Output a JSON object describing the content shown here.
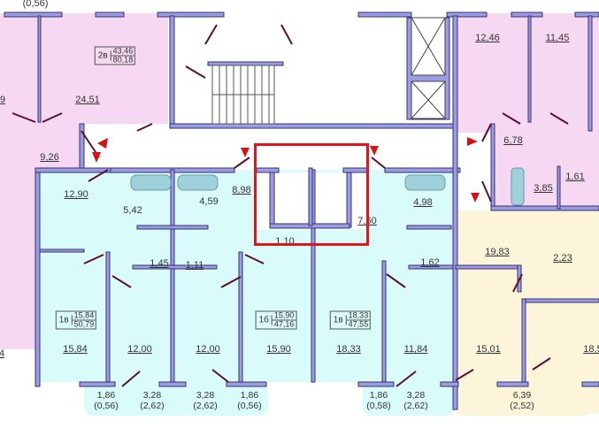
{
  "colors": {
    "pink": "#f7d8f3",
    "cyan": "#d9fbf9",
    "yellow": "#fdf5d9",
    "wall": "#9c9ce6",
    "wall_edge": "#35356b",
    "door": "#5a1030",
    "arrow": "#d41414",
    "highlight": "#e3141b"
  },
  "top_fragment": "(0,56)",
  "apartments": [
    {
      "type": "2в",
      "living": "43,46",
      "total": "80,18"
    },
    {
      "type": "1в",
      "living": "15,84",
      "total": "50,79"
    },
    {
      "type": "1б",
      "living": "15,90",
      "total": "47,16"
    },
    {
      "type": "1в",
      "living": "18,33",
      "total": "47,55"
    }
  ],
  "rooms": [
    "24,51",
    "9",
    "9,26",
    "12,90",
    "5,42",
    "4,59",
    "8,98",
    "1,10",
    "7,60",
    "4,98",
    "12,46",
    "11,45",
    "6,78",
    "3,85",
    "1,61",
    "1,45",
    "1,11",
    "1,62",
    "19,83",
    "2,23",
    "15,84",
    "12,00",
    "12,00",
    "15,90",
    "18,33",
    "11,84",
    "15,01",
    "18,5",
    "4"
  ],
  "balconies": [
    {
      "area": "1,86",
      "reduced": "(0,56)"
    },
    {
      "area": "3,28",
      "reduced": "(2,62)"
    },
    {
      "area": "3,28",
      "reduced": "(2,62)"
    },
    {
      "area": "1,86",
      "reduced": "(0,56)"
    },
    {
      "area": "1,86",
      "reduced": "(0,58)"
    },
    {
      "area": "3,28",
      "reduced": "(2,62)"
    },
    {
      "area": "6,39",
      "reduced": "(2,52)"
    }
  ]
}
